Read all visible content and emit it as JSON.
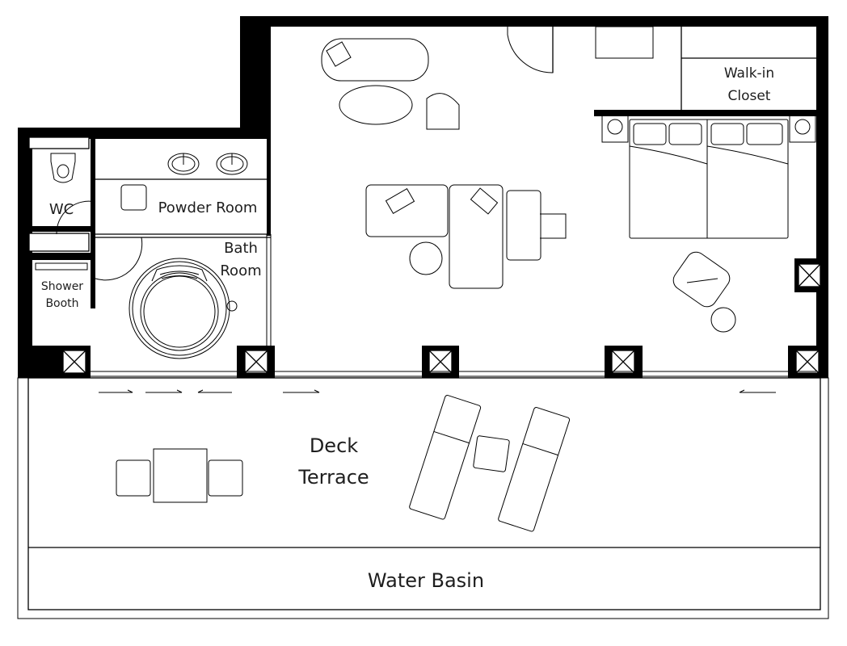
{
  "plan": {
    "rooms": {
      "wc": "WC",
      "powder_room": "Powder Room",
      "bath_room_line1": "Bath",
      "bath_room_line2": "Room",
      "shower_line1": "Shower",
      "shower_line2": "Booth",
      "closet_line1": "Walk-in",
      "closet_line2": "Closet",
      "deck_line1": "Deck",
      "deck_line2": "Terrace",
      "water_basin": "Water Basin"
    }
  }
}
